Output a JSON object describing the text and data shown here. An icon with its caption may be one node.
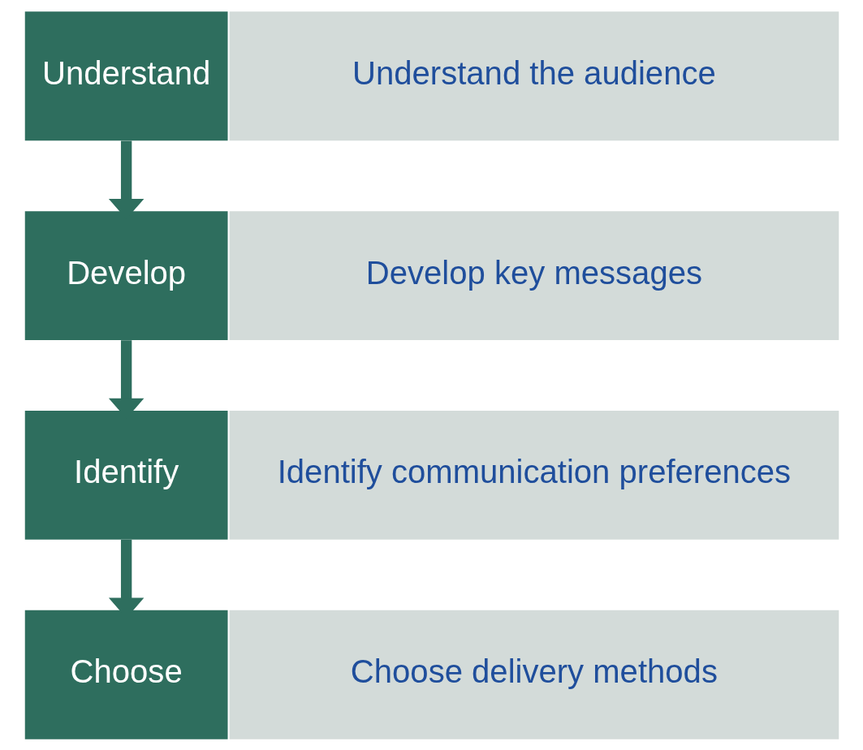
{
  "diagram": {
    "nodes": [
      {
        "text": [
          "Understand"
        ]
      },
      {
        "text": [
          "Understand the audience"
        ]
      },
      {
        "text": [
          "Develop"
        ]
      },
      {
        "text": [
          "Develop key messages"
        ]
      },
      {
        "text": [
          "Identify"
        ]
      },
      {
        "text": [
          "Identify communication preferences"
        ]
      },
      {
        "text": [
          "Choose"
        ]
      },
      {
        "text": [
          "Choose delivery methods"
        ]
      }
    ],
    "edges": [
      {
        "from": 0,
        "to": 2,
        "arrow": "to"
      },
      {
        "from": 2,
        "to": 4,
        "arrow": "to"
      },
      {
        "from": 4,
        "to": 6,
        "arrow": "to"
      }
    ]
  }
}
